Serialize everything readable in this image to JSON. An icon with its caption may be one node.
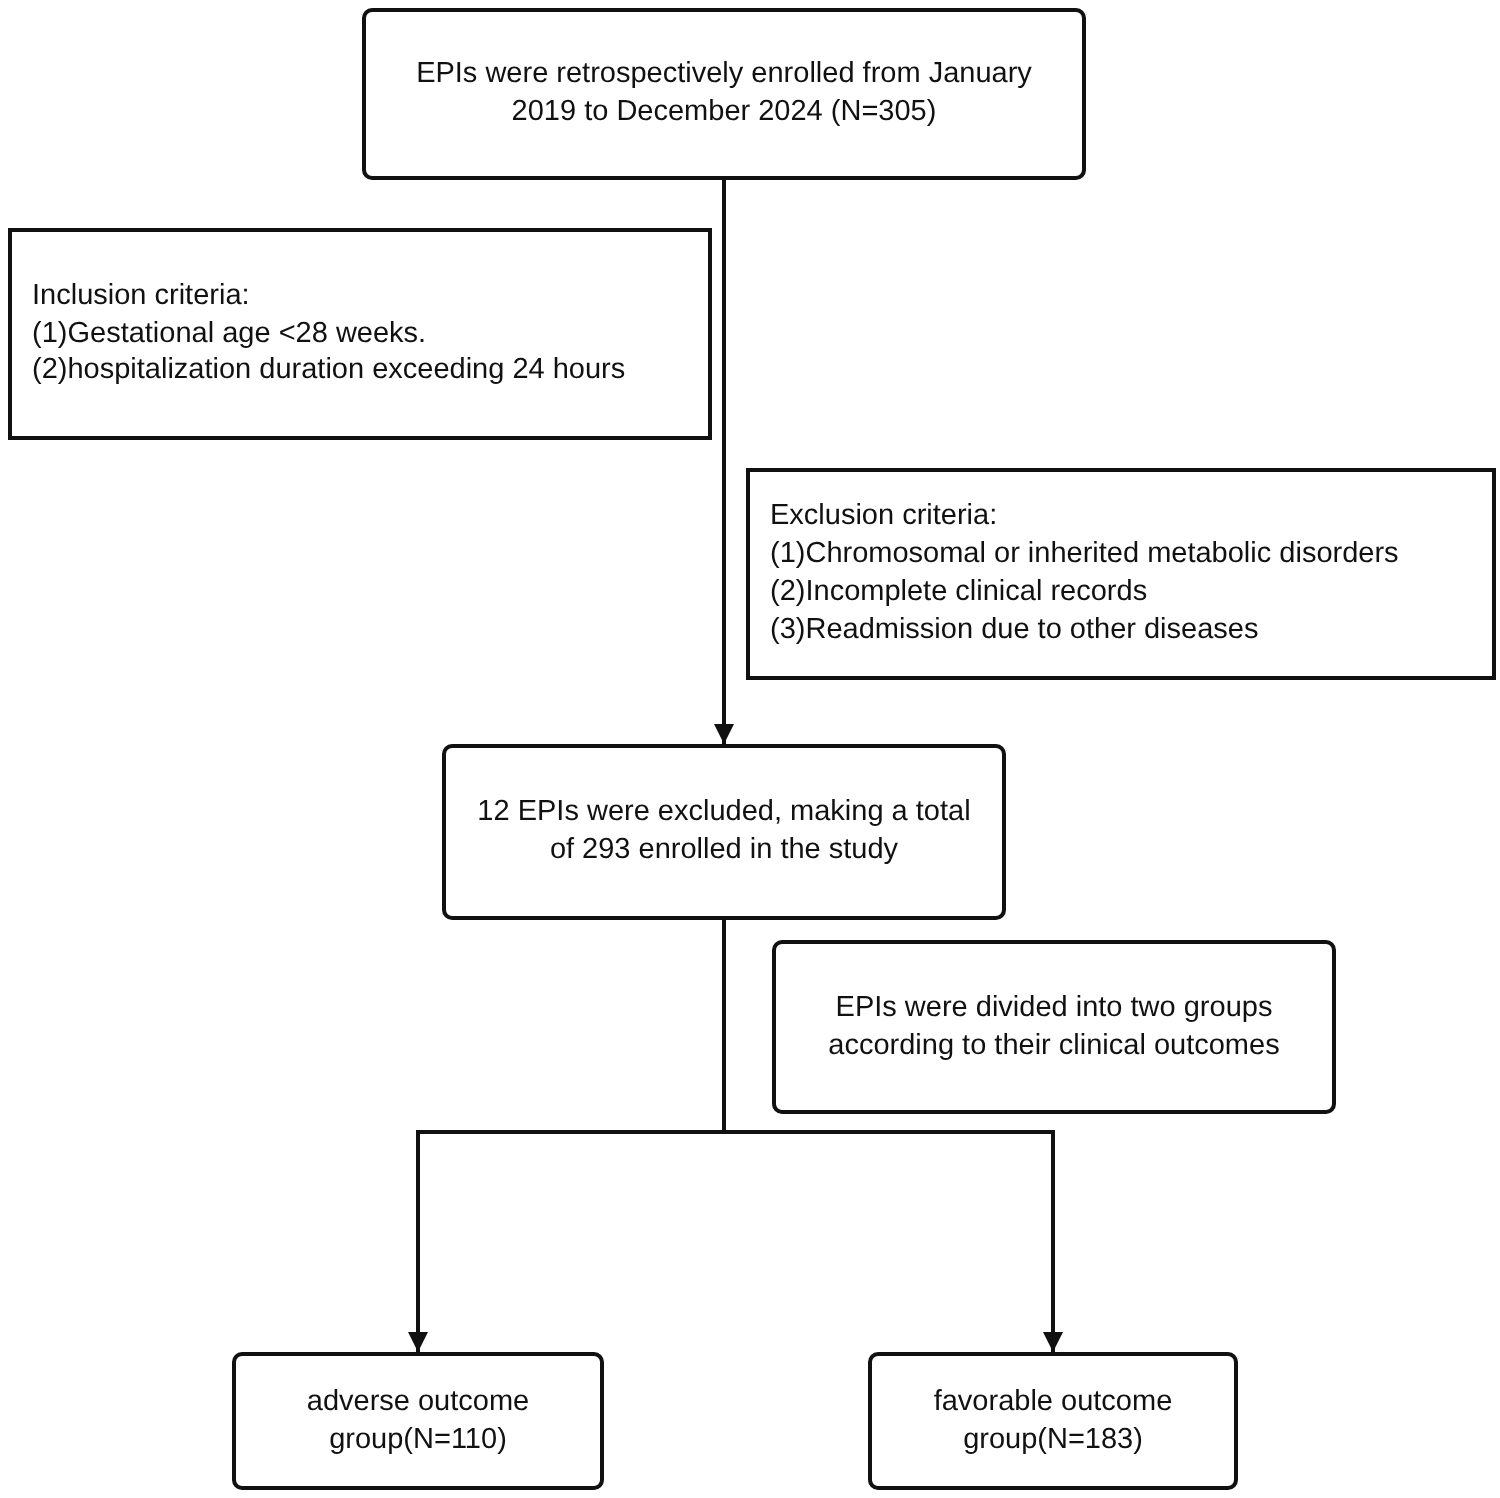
{
  "diagram": {
    "nodes": [
      {
        "text": [
          "EPIs were retrospectively enrolled from January 2019 to December 2024 (N=305)"
        ]
      },
      {
        "text": [
          "Inclusion criteria:",
          "(1)Gestational age <28 weeks.",
          "(2)hospitalization duration exceeding 24 hours"
        ]
      },
      {
        "text": [
          "Exclusion criteria:",
          "(1)Chromosomal or inherited metabolic disorders",
          "(2)Incomplete clinical records",
          "(3)Readmission due to other diseases"
        ]
      },
      {
        "text": [
          "12 EPIs were excluded, making a total of 293 enrolled in the study"
        ]
      },
      {
        "text": [
          "EPIs were divided into two groups according to their clinical outcomes"
        ]
      },
      {
        "text": [
          "adverse outcome group(N=110)"
        ]
      },
      {
        "text": [
          "favorable outcome group(N=183)"
        ]
      }
    ],
    "edges": [
      {
        "from": 0,
        "to": 3,
        "arrow": "to"
      },
      {
        "from": 3,
        "to": 5,
        "arrow": "to"
      },
      {
        "from": 3,
        "to": 6,
        "arrow": "to"
      }
    ]
  }
}
